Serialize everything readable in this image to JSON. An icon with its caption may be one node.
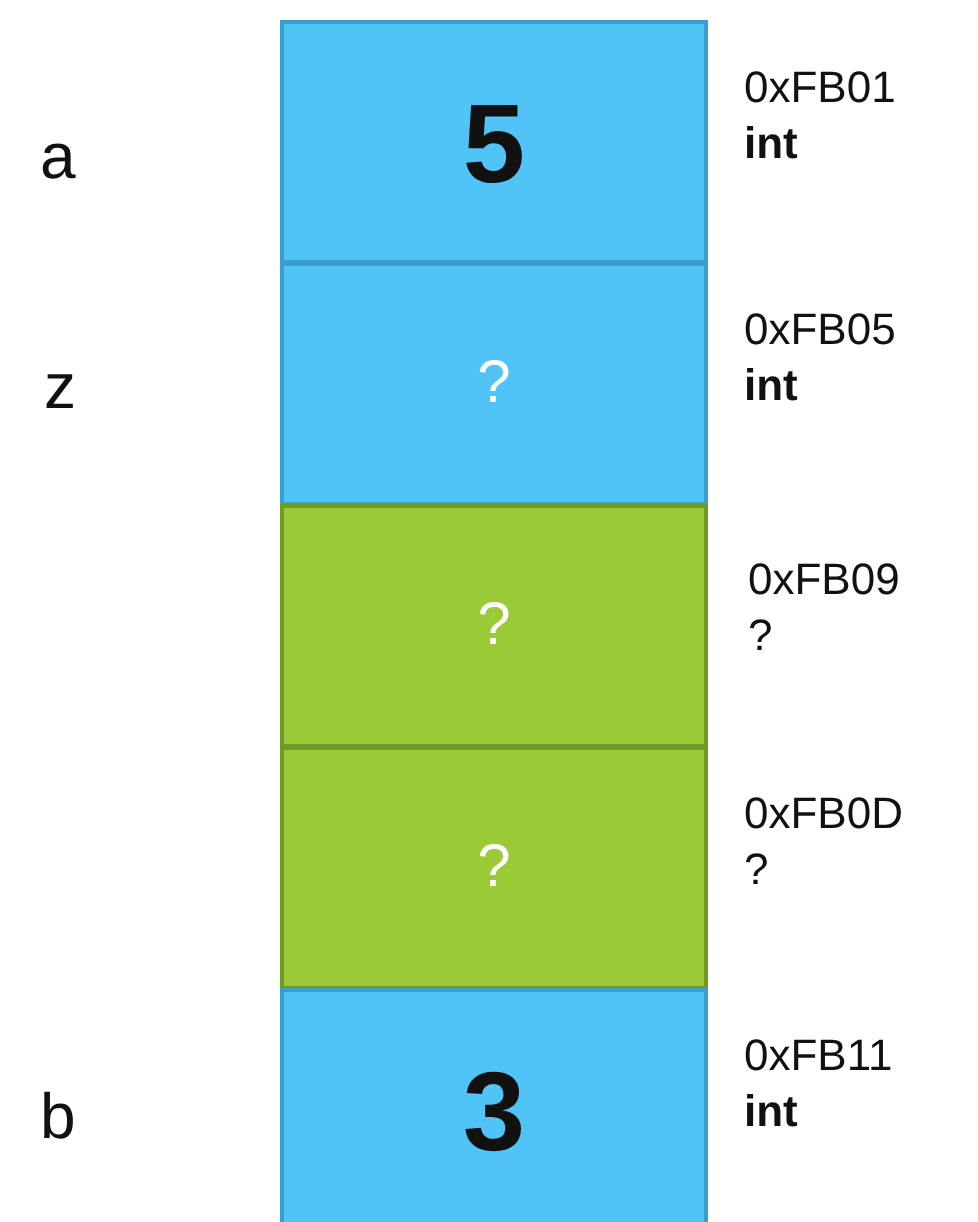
{
  "diagram": {
    "nodes": [
      {
        "text": [
          "5"
        ],
        "beside": [
          "0xFB01",
          "int"
        ]
      },
      {
        "text": [
          "?"
        ],
        "beside": [
          "0xFB05",
          "int"
        ]
      },
      {
        "text": [
          "?"
        ],
        "beside": [
          "0xFB09",
          "?"
        ]
      },
      {
        "text": [
          "?"
        ],
        "beside": [
          "0xFB0D",
          "?"
        ]
      },
      {
        "text": [
          "3"
        ],
        "beside": [
          "0xFB11",
          "int"
        ]
      }
    ],
    "labels": [
      "a",
      "z",
      "b"
    ]
  }
}
